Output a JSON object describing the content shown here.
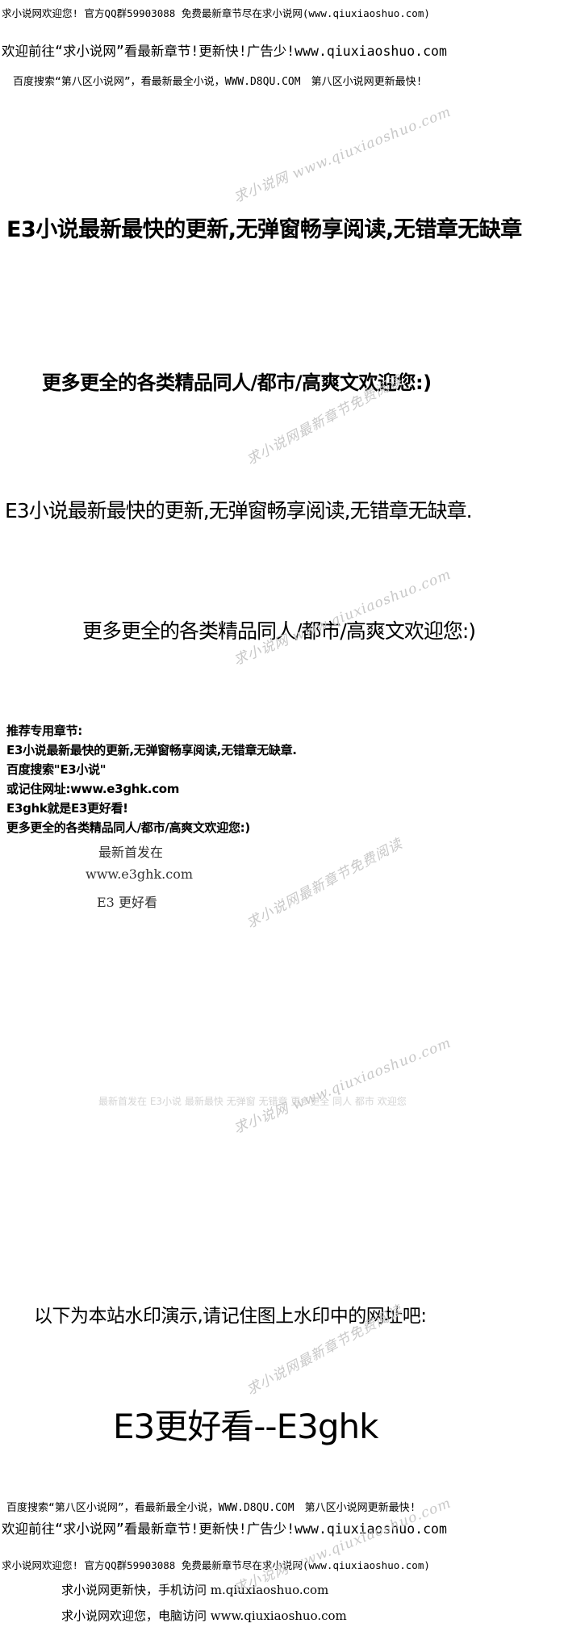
{
  "header": {
    "line1": "求小说网欢迎您! 官方QQ群59903088 免费最新章节尽在求小说网(www.qiuxiaoshuo.com)",
    "line2": "欢迎前往“求小说网”看最新章节!更新快!广告少!www.qiuxiaoshuo.com",
    "line3": "百度搜索“第八区小说网”，看最新最全小说，WWW.D8QU.COM　第八区小说网更新最快!"
  },
  "banner": {
    "bold1": "E3小说最新最快的更新,无弹窗畅享阅读,无错章无缺章",
    "bold2": "更多更全的各类精品同人/都市/高爽文欢迎您:)",
    "plain1": "E3小说最新最快的更新,无弹窗畅享阅读,无错章无缺章.",
    "plain2": "更多更全的各类精品同人/都市/高爽文欢迎您:)"
  },
  "recommend": {
    "lines": [
      "推荐专用章节:",
      "E3小说最新最快的更新,无弹窗畅享阅读,无错章无缺章.",
      "百度搜索\"E3小说\"",
      "或记住网址:www.e3ghk.com",
      "E3ghk就是E3更好看!",
      "更多更全的各类精品同人/都市/高爽文欢迎您:)"
    ],
    "serif_lines": [
      "最新首发在",
      "www.e3ghk.com",
      "E3 更好看"
    ]
  },
  "faint_line": "最新首发在 E3小说 最新最快 无弹窗 无错章 更多更全 同人 都市 欢迎您",
  "watermark_demo": {
    "intro": "以下为本站水印演示,请记住图上水印中的网址吧:",
    "big": "E3更好看--E3ghk"
  },
  "footer": {
    "line1": "百度搜索“第八区小说网”，看最新最全小说，WWW.D8QU.COM　第八区小说网更新最快!",
    "line2": "欢迎前往“求小说网”看最新章节!更新快!广告少!www.qiuxiaoshuo.com",
    "line3": "求小说网欢迎您! 官方QQ群59903088 免费最新章节尽在求小说网(www.qiuxiaoshuo.com)",
    "mobile": "求小说网更新快，手机访问 m.qiuxiaoshuo.com",
    "pc": "求小说网欢迎您，电脑访问 www.qiuxiaoshuo.com"
  },
  "watermarks": {
    "site": "求小说网 www.qiuxiaoshuo.com",
    "free": "求小说网最新章节免费阅读"
  }
}
